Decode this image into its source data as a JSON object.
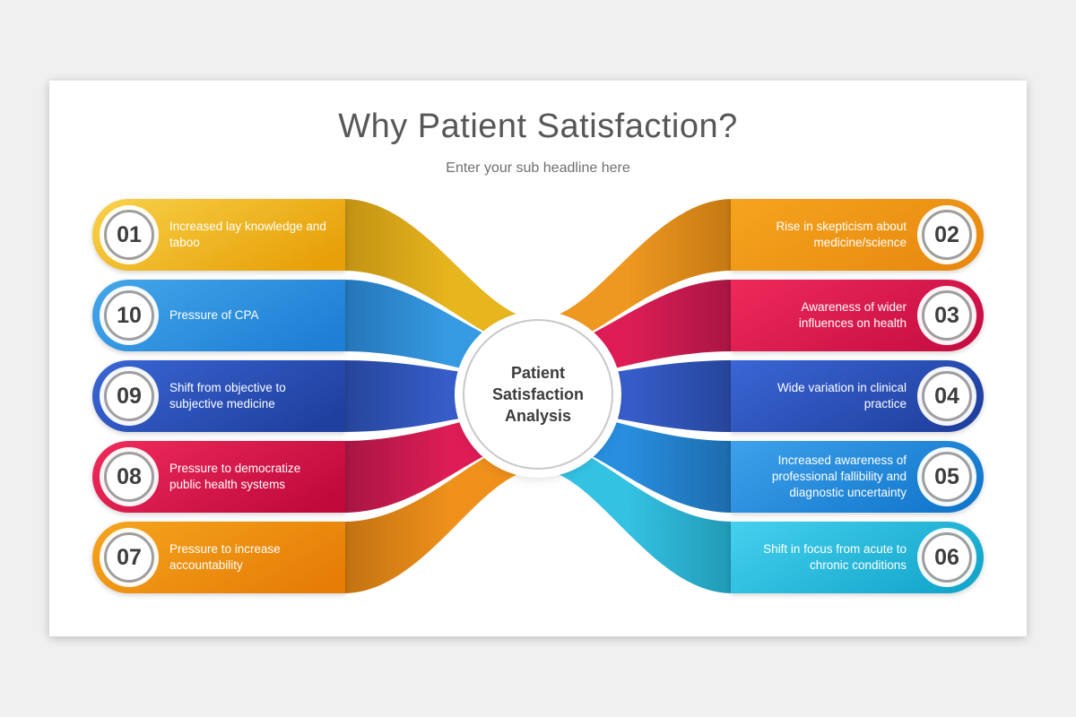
{
  "slide": {
    "title": "Why Patient Satisfaction?",
    "subtitle": "Enter your sub headline here",
    "background": "#ffffff",
    "page_background": "#f0f0f1"
  },
  "center": {
    "label": "Patient\nSatisfaction\nAnalysis"
  },
  "items": {
    "left": [
      {
        "number": "01",
        "text": "Increased lay knowledge and taboo",
        "color_top": "#f8d24a",
        "color_bottom": "#e7a008",
        "ribbon": "#e6b214",
        "ribbon_dark": "#bf8d0a"
      },
      {
        "number": "10",
        "text": "Pressure of CPA",
        "color_top": "#45a7e8",
        "color_bottom": "#1e7fd6",
        "ribbon": "#2e97e2",
        "ribbon_dark": "#1c6fb4"
      },
      {
        "number": "09",
        "text": "Shift from objective to subjective medicine",
        "color_top": "#3a66d4",
        "color_bottom": "#20409f",
        "ribbon": "#2e57c8",
        "ribbon_dark": "#1d3d96"
      },
      {
        "number": "08",
        "text": "Pressure to democratize public health systems",
        "color_top": "#ef2c5c",
        "color_bottom": "#c00a3c",
        "ribbon": "#dd1450",
        "ribbon_dark": "#a30c3a"
      },
      {
        "number": "07",
        "text": "Pressure to increase accountability",
        "color_top": "#f5a51f",
        "color_bottom": "#e67d06",
        "ribbon": "#ee8c12",
        "ribbon_dark": "#bf6c08"
      }
    ],
    "right": [
      {
        "number": "02",
        "text": "Rise in skepticism about medicine/science",
        "color_top": "#f5a41e",
        "color_bottom": "#e88a10",
        "ribbon": "#ee9418",
        "ribbon_dark": "#c27309"
      },
      {
        "number": "03",
        "text": "Awareness of wider influences on health",
        "color_top": "#ee2a5a",
        "color_bottom": "#c70e43",
        "ribbon": "#dd1450",
        "ribbon_dark": "#a30c3a"
      },
      {
        "number": "04",
        "text": "Wide variation in clinical practice",
        "color_top": "#3a66d4",
        "color_bottom": "#20409f",
        "ribbon": "#2e57c8",
        "ribbon_dark": "#1d3d96"
      },
      {
        "number": "05",
        "text": "Increased awareness of professional fallibility and diagnostic uncertainty",
        "color_top": "#3ea1ea",
        "color_bottom": "#1277cc",
        "ribbon": "#1f8ade",
        "ribbon_dark": "#1465a8"
      },
      {
        "number": "06",
        "text": "Shift in focus from acute to chronic conditions",
        "color_top": "#45d0ee",
        "color_bottom": "#14a6cb",
        "ribbon": "#2cc0e2",
        "ribbon_dark": "#1895b2"
      }
    ]
  }
}
